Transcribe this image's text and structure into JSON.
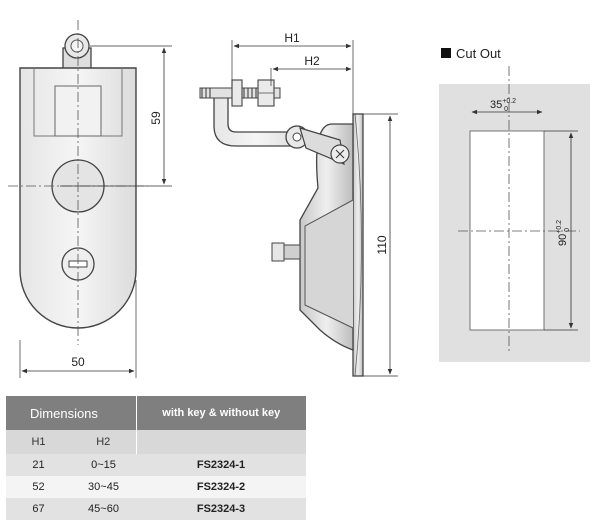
{
  "front_view": {
    "dim_height": "59",
    "dim_width": "50"
  },
  "side_view": {
    "dim_h1": "H1",
    "dim_h2": "H2",
    "dim_total": "110"
  },
  "cutout": {
    "title": "Cut Out",
    "dim_width": "35",
    "dim_width_tol": "+0.2",
    "dim_width_tol2": "0",
    "dim_height": "90",
    "dim_height_tol": "+0.2",
    "dim_height_tol2": "0"
  },
  "table": {
    "header_left": "Dimensions",
    "header_right": "with key & without key",
    "col_h1": "H1",
    "col_h2": "H2",
    "rows": [
      {
        "h1": "21",
        "h2": "0~15",
        "model": "FS2324-1"
      },
      {
        "h1": "52",
        "h2": "30~45",
        "model": "FS2324-2"
      },
      {
        "h1": "67",
        "h2": "45~60",
        "model": "FS2324-3"
      }
    ]
  }
}
